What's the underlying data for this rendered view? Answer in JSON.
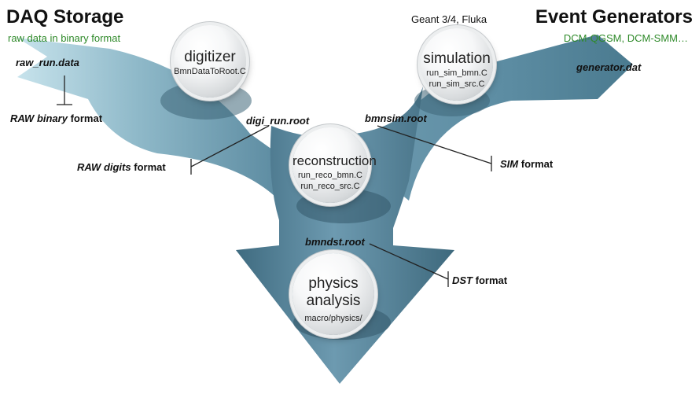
{
  "daq": {
    "title": "DAQ Storage",
    "subtitle": "raw data in binary format"
  },
  "generators": {
    "title": "Event Generators",
    "subtitle": "DCM-QGSM, DCM-SMM…",
    "tools": "Geant 3/4, Fluka"
  },
  "nodes": {
    "digitizer": {
      "title": "digitizer",
      "macro": "BmnDataToRoot.C"
    },
    "simulation": {
      "title": "simulation",
      "macros": [
        "run_sim_bmn.C",
        "run_sim_src.C"
      ]
    },
    "reconstruction": {
      "title": "reconstruction",
      "macros": [
        "run_reco_bmn.C",
        "run_reco_src.C"
      ]
    },
    "analysis": {
      "title_line1": "physics",
      "title_line2": "analysis",
      "macro": "macro/physics/"
    }
  },
  "files": {
    "raw_run": "raw_run.data",
    "generator": "generator.dat",
    "digi_run": "digi_run.root",
    "bmnsim": "bmnsim.root",
    "bmndst": "bmndst.root"
  },
  "formats": {
    "raw_binary": {
      "name": "RAW binary",
      "suffix": "format"
    },
    "raw_digits": {
      "name": "RAW digits",
      "suffix": "format"
    },
    "sim": {
      "name": "SIM",
      "suffix": "format"
    },
    "dst": {
      "name": "DST",
      "suffix": "format"
    }
  },
  "colors": {
    "arrow_dark": "#4f7f93",
    "arrow_light": "#b7d8e4",
    "green_text": "#2f8a2a"
  }
}
